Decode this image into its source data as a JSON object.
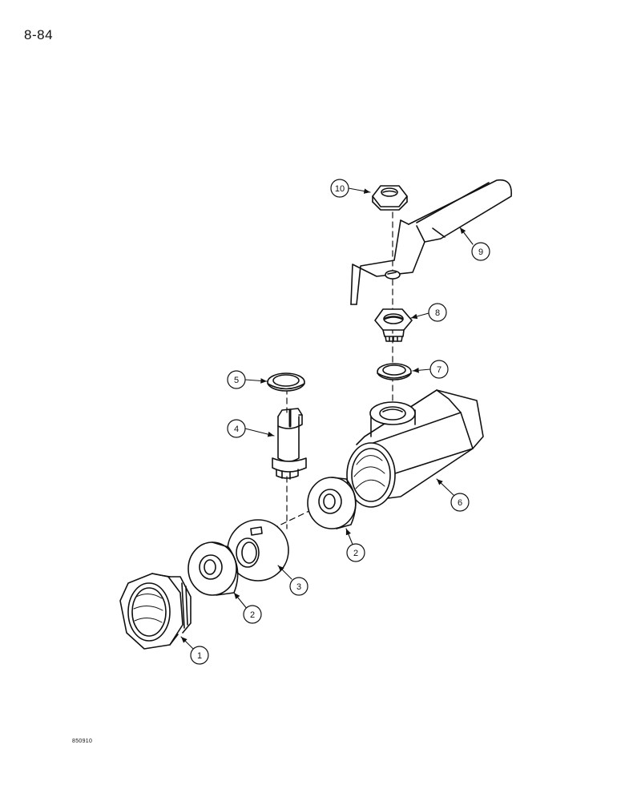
{
  "page": {
    "number": "8-84",
    "figure_code": "850910"
  },
  "callouts": {
    "c1": "1",
    "c2a": "2",
    "c2b": "2",
    "c3": "3",
    "c4": "4",
    "c5": "5",
    "c6": "6",
    "c7": "7",
    "c8": "8",
    "c9": "9",
    "c10": "10"
  },
  "colors": {
    "ink": "#111111",
    "paper": "#ffffff"
  }
}
